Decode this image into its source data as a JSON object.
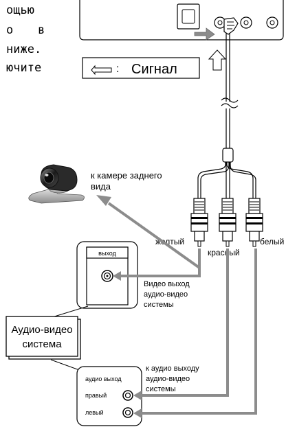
{
  "instruction_fragments": {
    "line1": "ощью",
    "line2_a": "о",
    "line2_b": "в",
    "line3": "ниже.",
    "line4": "ючите"
  },
  "signal_legend": {
    "colon": ":",
    "label": "Сигнал"
  },
  "rear_camera_label": [
    "к камере заднего",
    "вида"
  ],
  "plug_labels": {
    "yellow": "желтый",
    "red": "красный",
    "white": "белый"
  },
  "av_output_panel": {
    "jack_label": "выход",
    "caption": [
      "Видео выход",
      "аудио-видео",
      "системы"
    ]
  },
  "av_system_box": {
    "label": [
      "Аудио-видео",
      "система"
    ]
  },
  "audio_output_panel": {
    "title": "аудио выход",
    "right_label": "правый",
    "left_label": "левый",
    "caption": [
      "к аудио выходу",
      "аудио-видео",
      "системы"
    ]
  },
  "colors": {
    "arrow_gray": "#8c8c8c",
    "line": "#000000",
    "background": "#ffffff"
  }
}
